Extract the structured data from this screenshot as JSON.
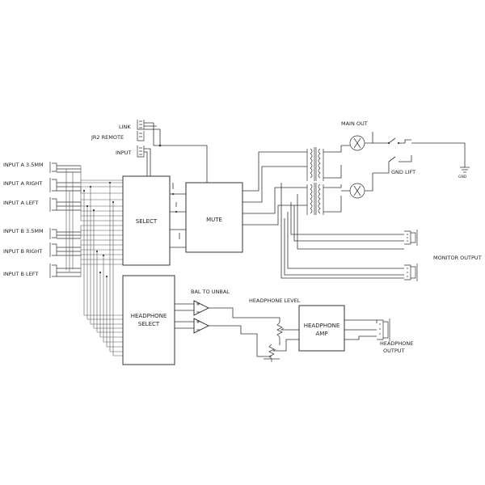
{
  "labels": {
    "link": "LINK",
    "jr2_remote": "JR2 REMOTE",
    "input": "INPUT",
    "input_a_35": "INPUT A 3.5MM",
    "input_a_right": "INPUT A RIGHT",
    "input_a_left": "INPUT A LEFT",
    "input_b_35": "INPUT B 3.5MM",
    "input_b_right": "INPUT B RIGHT",
    "input_b_left": "INPUT B LEFT",
    "main_out": "MAIN OUT",
    "gnd_lift": "GND LIFT",
    "gnd": "GND",
    "monitor_output": "MONITOR OUTPUT",
    "bal_to_unbal": "BAL TO UNBAL",
    "headphone_level": "HEADPHONE LEVEL",
    "headphone_output_1": "HEADPHONE",
    "headphone_output_2": "OUTPUT"
  },
  "blocks": {
    "select": "SELECT",
    "mute": "MUTE",
    "headphone_select_1": "HEADPHONE",
    "headphone_select_2": "SELECT",
    "headphone_amp_1": "HEADPHONE",
    "headphone_amp_2": "AMP"
  }
}
